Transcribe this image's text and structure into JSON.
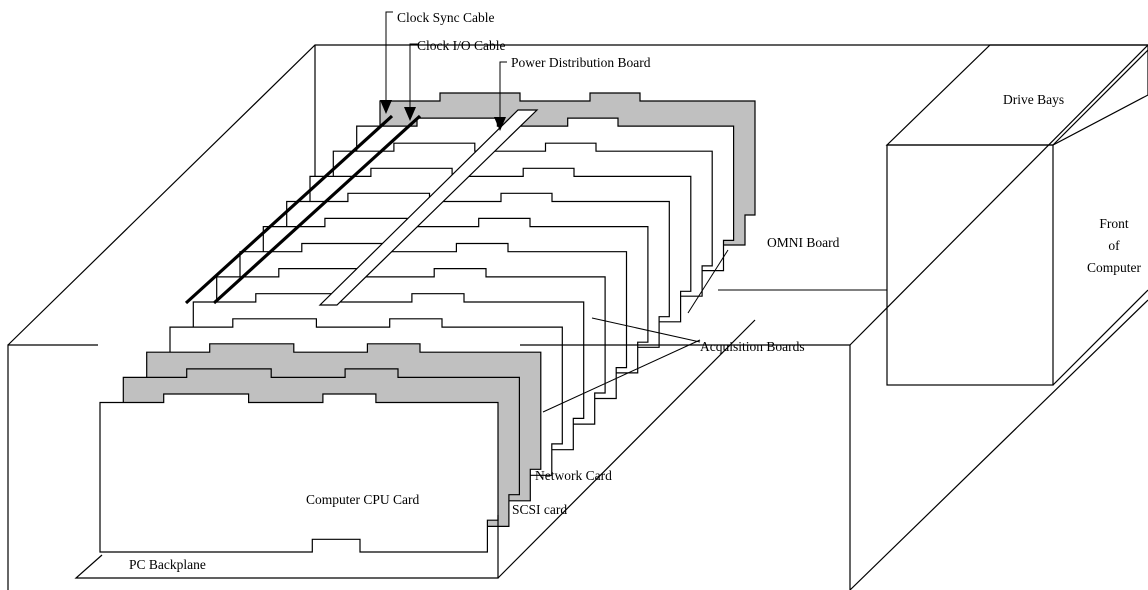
{
  "labels": {
    "clock_sync_cable": "Clock Sync Cable",
    "clock_io_cable": "Clock I/O Cable",
    "power_distribution_board": "Power Distribution Board",
    "drive_bays": "Drive Bays",
    "front_of_computer_line1": "Front",
    "front_of_computer_line2": "of",
    "front_of_computer_line3": "Computer",
    "omni_board": "OMNI Board",
    "acquisition_boards": "Acquisition Boards",
    "network_card": "Network Card",
    "scsi_card": "SCSI card",
    "computer_cpu_card": "Computer CPU Card",
    "pc_backplane": "PC Backplane"
  },
  "colors": {
    "line": "#000000",
    "shaded_card": "#c0c0c0",
    "white_card": "#ffffff"
  },
  "cards": [
    {
      "name": "omni-board",
      "shade": "shaded"
    },
    {
      "name": "acquisition-board",
      "shade": "white"
    },
    {
      "name": "acquisition-board",
      "shade": "white"
    },
    {
      "name": "acquisition-board",
      "shade": "white"
    },
    {
      "name": "acquisition-board",
      "shade": "white"
    },
    {
      "name": "acquisition-board",
      "shade": "white"
    },
    {
      "name": "acquisition-board",
      "shade": "white"
    },
    {
      "name": "acquisition-board",
      "shade": "white"
    },
    {
      "name": "acquisition-board",
      "shade": "white"
    },
    {
      "name": "acquisition-board",
      "shade": "white"
    },
    {
      "name": "network-card",
      "shade": "shaded"
    },
    {
      "name": "scsi-card",
      "shade": "shaded"
    },
    {
      "name": "computer-cpu-card",
      "shade": "white"
    }
  ]
}
